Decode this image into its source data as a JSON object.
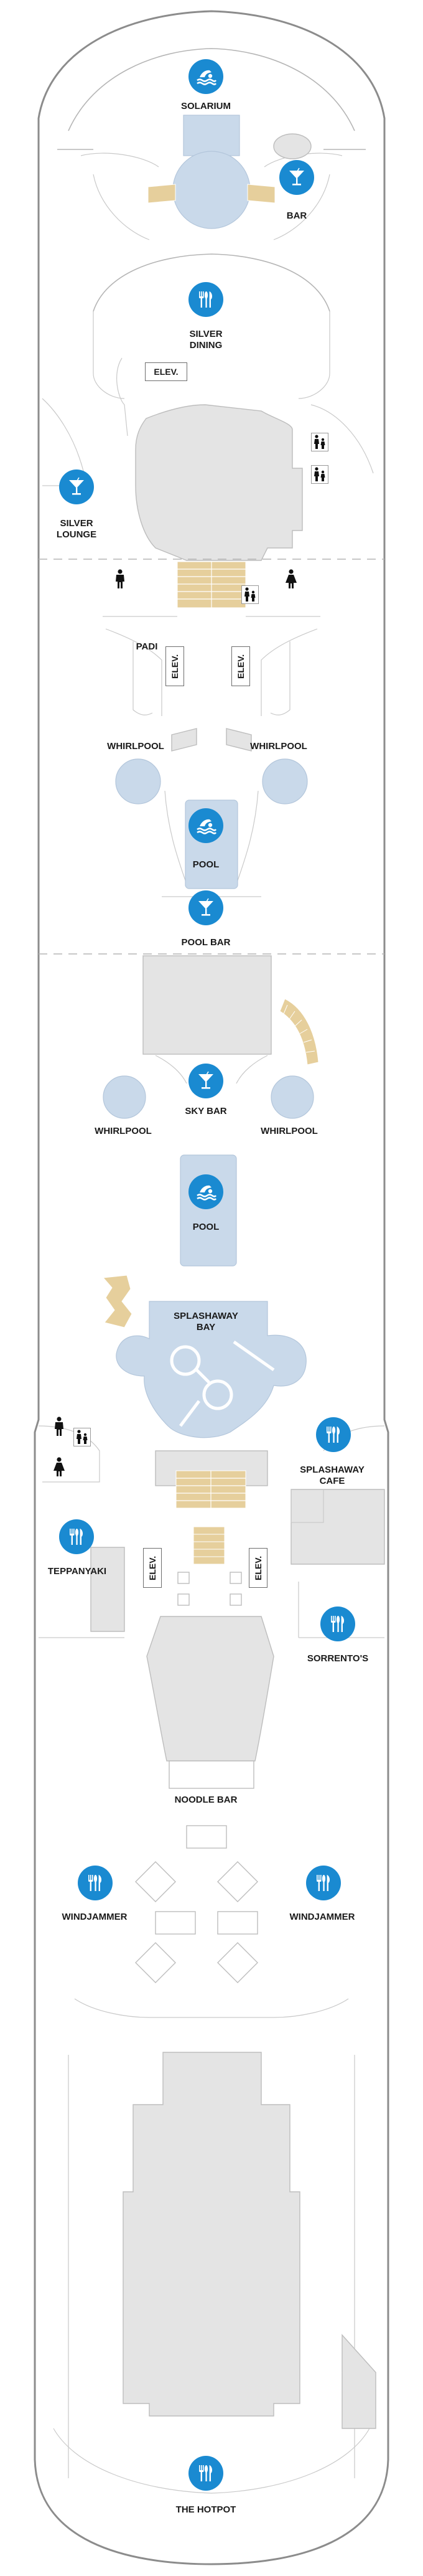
{
  "deck_map": {
    "labels": {
      "solarium": "SOLARIUM",
      "bar": "BAR",
      "silver_dining": [
        "SILVER",
        "DINING"
      ],
      "silver_lounge": [
        "SILVER",
        "LOUNGE"
      ],
      "padi": "PADI",
      "whirlpool_fwd_left": "WHIRLPOOL",
      "whirlpool_fwd_right": "WHIRLPOOL",
      "pool_fwd": "POOL",
      "pool_bar": "POOL BAR",
      "sky_bar": "SKY BAR",
      "whirlpool_mid_left": "WHIRLPOOL",
      "whirlpool_mid_right": "WHIRLPOOL",
      "pool_mid": "POOL",
      "splashaway_bay": [
        "SPLASHAWAY",
        "BAY"
      ],
      "splashaway_cafe": [
        "SPLASHAWAY",
        "CAFE"
      ],
      "teppanyaki": "TEPPANYAKI",
      "sorrentos": "SORRENTO'S",
      "noodle_bar": "NOODLE BAR",
      "windjammer_left": "WINDJAMMER",
      "windjammer_right": "WINDJAMMER",
      "the_hotpot": "THE HOTPOT"
    },
    "elevators": {
      "fwd": "ELEV.",
      "mid_left": "ELEV.",
      "mid_right": "ELEV.",
      "aft_left": "ELEV.",
      "aft_right": "ELEV."
    },
    "icons": {
      "pool": "pool-icon",
      "bar": "cocktail-icon",
      "dining": "dining-icon",
      "restroom_men": "man-icon",
      "restroom_women": "woman-icon",
      "family_restroom": "family-icon"
    },
    "colors": {
      "icon_blue": "#1a8ad1",
      "water": "#c9d9ea",
      "wood_deck": "#e6cf9c",
      "room_gray": "#e4e4e4",
      "hull_outline": "#8c8c8c"
    }
  }
}
